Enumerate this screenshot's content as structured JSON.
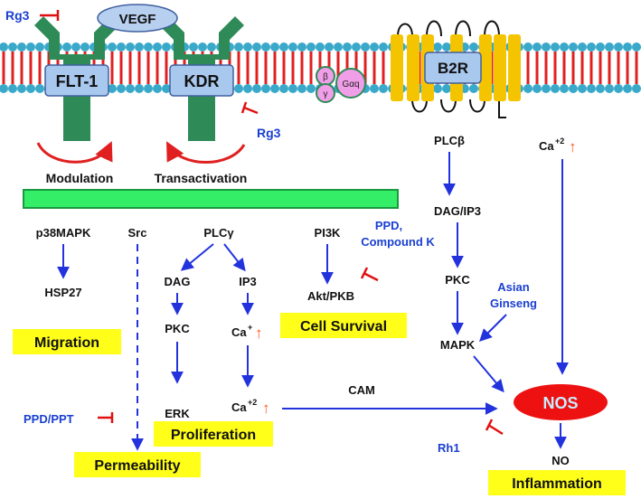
{
  "colors": {
    "membrane_head": "#3aa9c9",
    "lipid_tail": "#e02020",
    "receptor": "#2e8b57",
    "inhibitor_label": "#1a3fd1",
    "inhibitor_bar": "#e01010",
    "arrow": "#2233dd",
    "up_arrow": "#ff5522",
    "bar": "#33ee66",
    "highlight_box": "#ffff1a",
    "b2r_bar": "#f5c400",
    "nos": "#ee1111"
  },
  "membrane": {
    "vegf": "VEGF",
    "flt1": "FLT-1",
    "kdr": "KDR",
    "b2r": "B2R",
    "g_beta": "β",
    "g_gamma": "γ",
    "g_alpha": "Gαq"
  },
  "inhibitors": {
    "rg3_top": "Rg3",
    "rg3_kdr": "Rg3",
    "ppd_compound_k_1": "PPD,",
    "ppd_compound_k_2": "Compound K",
    "asian_ginseng_1": "Asian",
    "asian_ginseng_2": "Ginseng",
    "ppd_ppt": "PPD/PPT",
    "rh1": "Rh1"
  },
  "labels": {
    "modulation": "Modulation",
    "transactivation": "Transactivation",
    "p38mapk": "p38MAPK",
    "hsp27": "HSP27",
    "src": "Src",
    "plcg": "PLCγ",
    "dag_left": "DAG",
    "ip3": "IP3",
    "pkc_left": "PKC",
    "ca_mid": "Ca",
    "ca_low": "Ca",
    "ca_right": "Ca",
    "ca_sup_plus": "+",
    "ca_sup_2": "+2",
    "erk": "ERK",
    "pi3k": "PI3K",
    "akt": "Akt/PKB",
    "plcb": "PLCβ",
    "dag_ip3": "DAG/IP3",
    "pkc_right": "PKC",
    "mapk": "MAPK",
    "cam": "CAM",
    "nos": "NOS",
    "no": "NO",
    "up_arrow": "↑"
  },
  "outcomes": {
    "migration": "Migration",
    "cell_survival": "Cell Survival",
    "proliferation": "Proliferation",
    "permeability": "Permeability",
    "inflammation": "Inflammation"
  }
}
